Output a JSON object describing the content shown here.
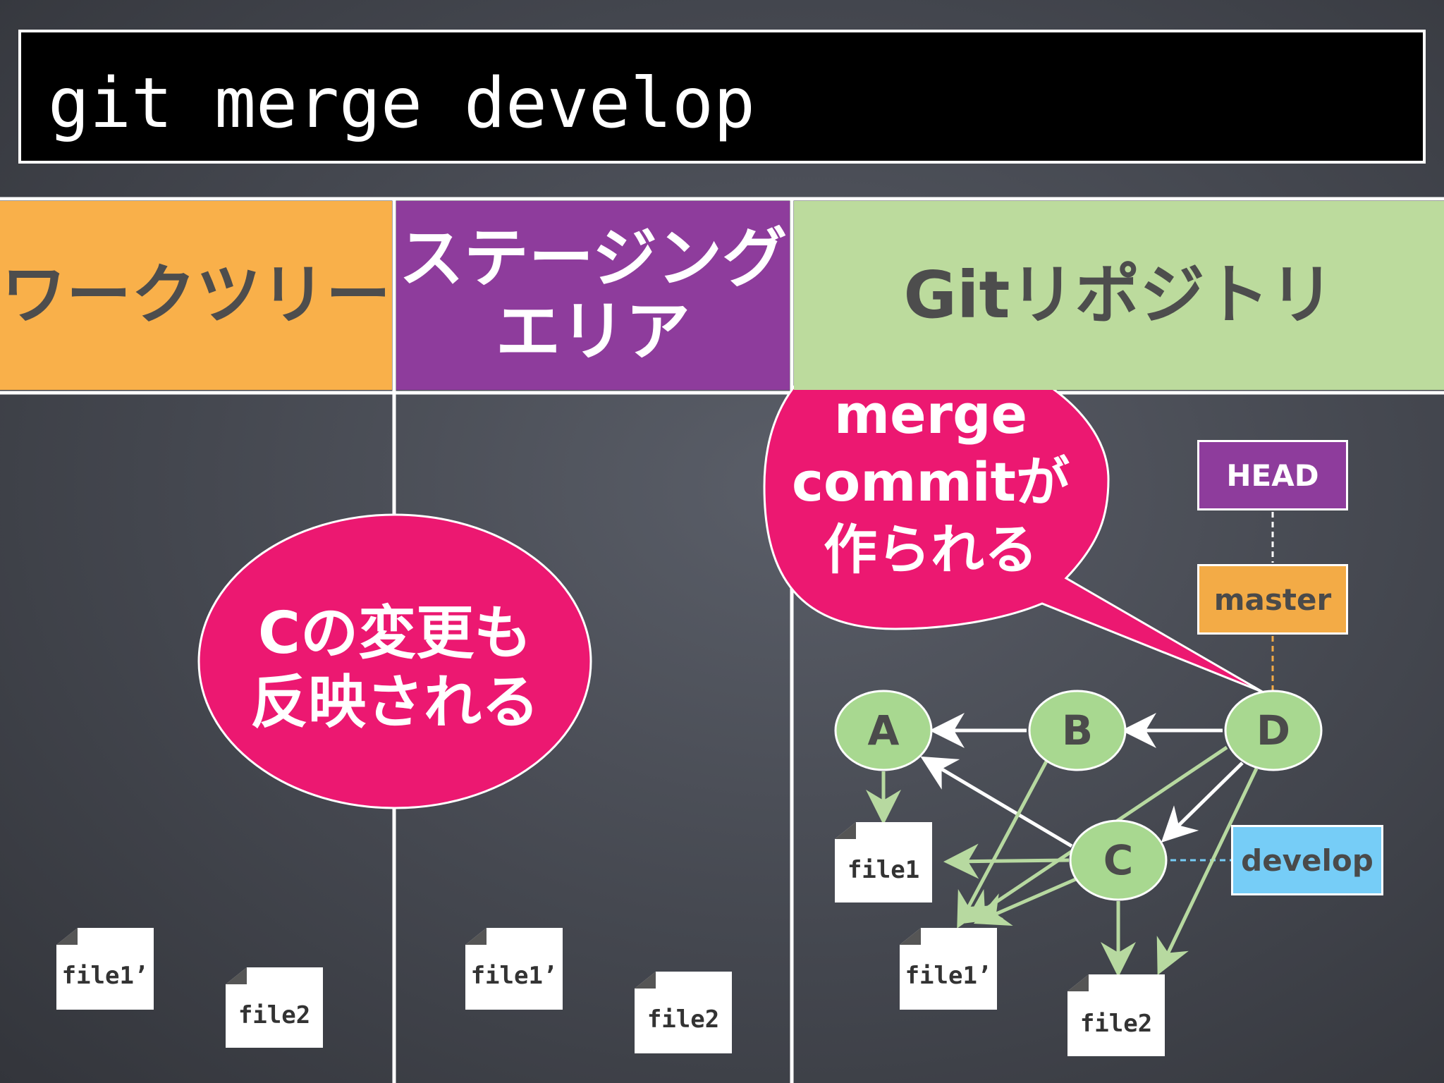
{
  "title": "git merge develop",
  "headers": {
    "worktree": "ワークツリー",
    "staging_line1": "ステージング",
    "staging_line2": "エリア",
    "repository": "Gitリポジトリ"
  },
  "bubbles": {
    "worktree_line1": "Cの変更も",
    "worktree_line2": "反映される",
    "repo_line1": "merge",
    "repo_line2": "commitが",
    "repo_line3": "作られる"
  },
  "files": {
    "work_file1": "file1’",
    "work_file2": "file2",
    "stage_file1": "file1’",
    "stage_file2": "file2",
    "repo_a_file": "file1",
    "repo_file1_mod": "file1’",
    "repo_file2": "file2"
  },
  "tags": {
    "head": "HEAD",
    "master": "master",
    "develop": "develop"
  },
  "commits": {
    "a": "A",
    "b": "B",
    "c": "C",
    "d": "D"
  },
  "colors": {
    "worktree": "#f9b04a",
    "staging": "#8e3c9c",
    "repository": "#bcdb9d",
    "bubble": "#ec1871",
    "node": "#a8d890",
    "arrow_green": "#b7d9a0",
    "develop_tag": "#76cdf7"
  }
}
